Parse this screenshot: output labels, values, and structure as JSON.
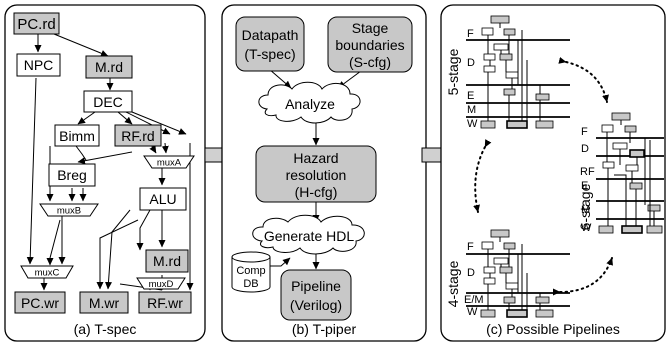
{
  "colors": {
    "shaded": "#c8c8c8",
    "white": "#ffffff",
    "line": "#000000"
  },
  "tspec": {
    "caption": "(a) T-spec",
    "nodes": {
      "pc_rd": "PC.rd",
      "npc": "NPC",
      "m_rd_top": "M.rd",
      "dec": "DEC",
      "bimm": "Bimm",
      "rf_rd": "RF.rd",
      "breg": "Breg",
      "muxA": "muxA",
      "muxB": "muxB",
      "alu": "ALU",
      "muxC": "muxC",
      "m_rd_bottom": "M.rd",
      "muxD": "muxD",
      "pc_wr": "PC.wr",
      "m_wr": "M.wr",
      "rf_wr": "RF.wr"
    }
  },
  "tpiper": {
    "caption": "(b) T-piper",
    "datapath": [
      "Datapath",
      "(T-spec)"
    ],
    "stage_boundaries": [
      "Stage",
      "boundaries",
      "(S-cfg)"
    ],
    "analyze": "Analyze",
    "hazard": [
      "Hazard",
      "resolution",
      "(H-cfg)"
    ],
    "generate": "Generate HDL",
    "comp_db": [
      "Comp",
      "DB"
    ],
    "pipeline": [
      "Pipeline",
      "(Verilog)"
    ]
  },
  "pipelines": {
    "caption": "(c) Possible Pipelines",
    "p5": {
      "label": "5-stage",
      "stages": [
        "F",
        "D",
        "E",
        "M",
        "W"
      ]
    },
    "p6": {
      "label": "6-stage",
      "stages": [
        "F",
        "D",
        "RF",
        "E",
        "M",
        "W"
      ]
    },
    "p4": {
      "label": "4-stage",
      "stages": [
        "F",
        "D",
        "E/M",
        "W"
      ]
    }
  }
}
